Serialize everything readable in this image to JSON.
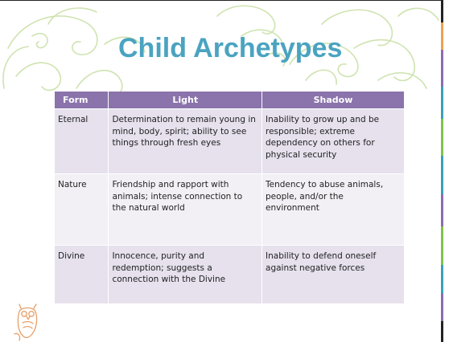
{
  "slide": {
    "title": "Child Archetypes"
  },
  "table": {
    "headers": {
      "form": "Form",
      "light": "Light",
      "shadow": "Shadow"
    },
    "rows": [
      {
        "form": "Eternal",
        "light": "Determination to remain young in mind, body, spirit; ability to see things through fresh eyes",
        "shadow": "Inability to grow up and be responsible; extreme dependency on others for physical security"
      },
      {
        "form": "Nature",
        "light": "Friendship and rapport with animals; intense connection to the natural world",
        "shadow": "Tendency to abuse animals, people, and/or the environment"
      },
      {
        "form": "Divine",
        "light": "Innocence, purity and redemption; suggests a connection with the Divine",
        "shadow": "Inability to defend oneself against negative forces"
      }
    ]
  },
  "decoration": {
    "swirl_color": "#cfe3b0",
    "title_color": "#4aa3c1",
    "header_color": "#8a74ab",
    "owl_color": "#e7a06a",
    "side_bar_colors": [
      "#222222",
      "#f0a050",
      "#8c6bb1",
      "#3aa0b8",
      "#7fc24a",
      "#3aa0b8",
      "#8c6bb1",
      "#7fc24a",
      "#3aa0b8",
      "#8c6bb1",
      "#222222"
    ]
  }
}
